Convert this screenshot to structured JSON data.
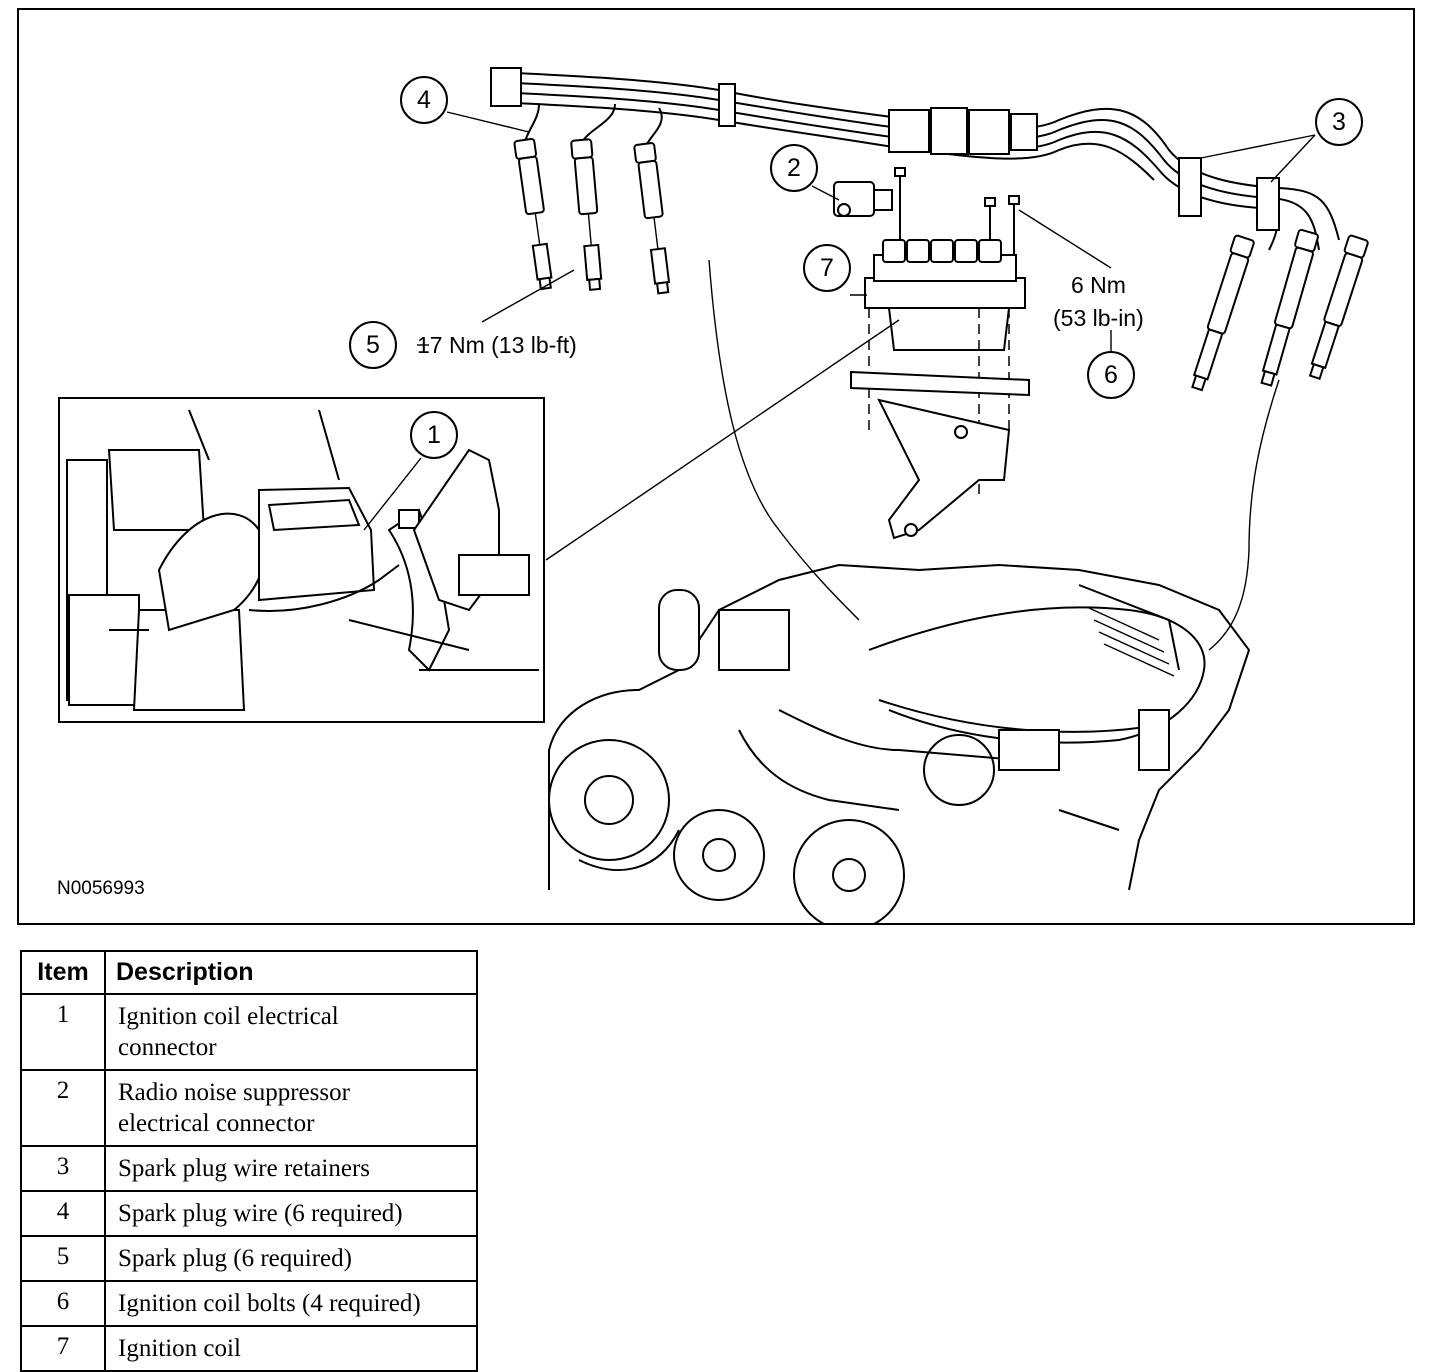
{
  "figure": {
    "reference_code": "N0056993",
    "callouts": [
      {
        "id": "1",
        "label": "1"
      },
      {
        "id": "2",
        "label": "2"
      },
      {
        "id": "3",
        "label": "3"
      },
      {
        "id": "4",
        "label": "4"
      },
      {
        "id": "5",
        "label": "5"
      },
      {
        "id": "6",
        "label": "6"
      },
      {
        "id": "7",
        "label": "7"
      }
    ],
    "torque_spark_plug": "17 Nm (13 lb-ft)",
    "torque_coil_bolts_nm": "6 Nm",
    "torque_coil_bolts_lbin": "(53 lb-in)"
  },
  "legend": {
    "header_item": "Item",
    "header_description": "Description",
    "rows": [
      {
        "item": "1",
        "line1": "Ignition coil electrical",
        "line2": "connector"
      },
      {
        "item": "2",
        "line1": "Radio noise suppressor",
        "line2": "electrical connector"
      },
      {
        "item": "3",
        "line1": "Spark plug wire retainers",
        "line2": ""
      },
      {
        "item": "4",
        "line1": "Spark plug wire (6 required)",
        "line2": ""
      },
      {
        "item": "5",
        "line1": "Spark plug (6 required)",
        "line2": ""
      },
      {
        "item": "6",
        "line1": "Ignition coil bolts (4 required)",
        "line2": ""
      },
      {
        "item": "7",
        "line1": "Ignition coil",
        "line2": ""
      }
    ]
  }
}
